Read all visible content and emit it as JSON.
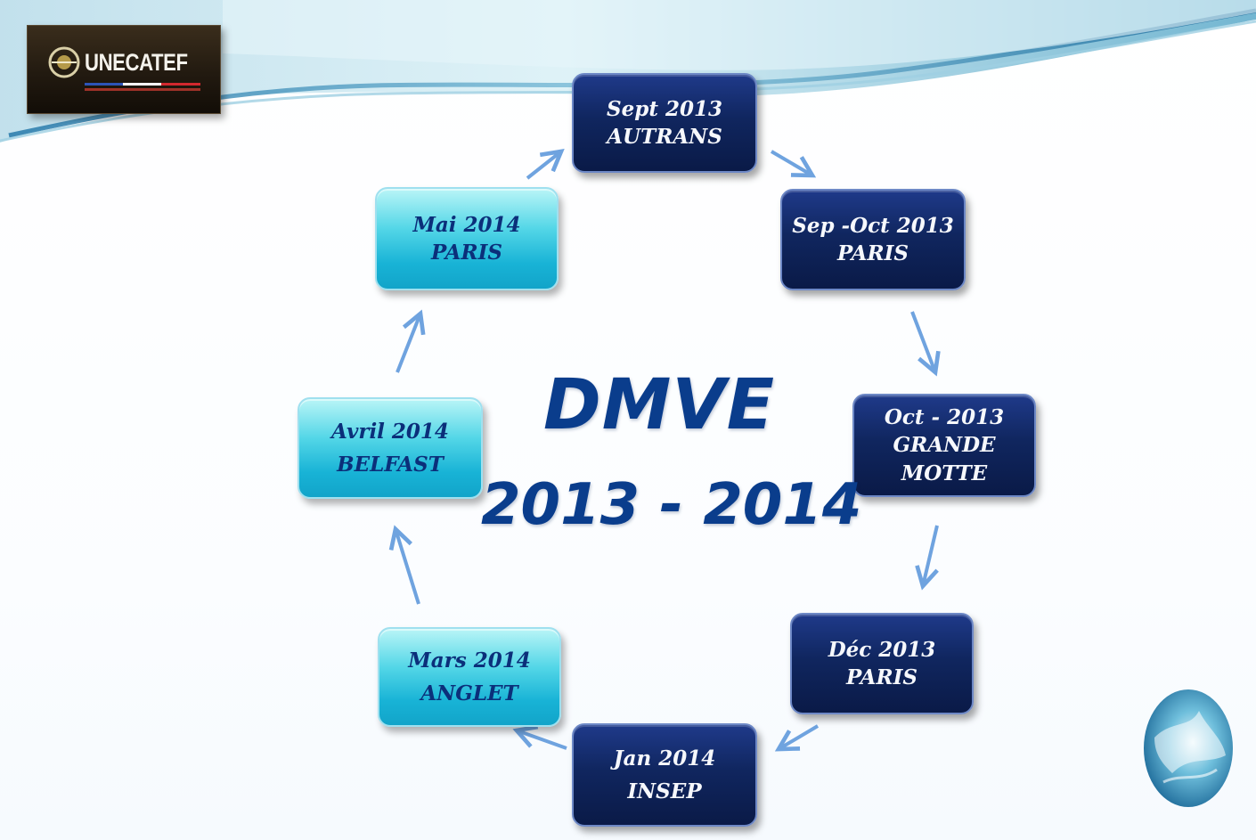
{
  "logo": {
    "name": "UNECATEF"
  },
  "title": {
    "main": "DMVE",
    "years": "2013 - 2014"
  },
  "steps": [
    {
      "line1": "Sept 2013",
      "line2": "AUTRANS",
      "line3": "",
      "style": "dark"
    },
    {
      "line1": "Sep -Oct 2013",
      "line2": "PARIS",
      "line3": "",
      "style": "dark"
    },
    {
      "line1": "Oct - 2013",
      "line2": "GRANDE",
      "line3": "MOTTE",
      "style": "dark"
    },
    {
      "line1": "Déc 2013",
      "line2": "PARIS",
      "line3": "",
      "style": "dark"
    },
    {
      "line1": "Jan 2014",
      "line2": "INSEP",
      "line3": "",
      "style": "dark"
    },
    {
      "line1": "Mars 2014",
      "line2": "ANGLET",
      "line3": "",
      "style": "light"
    },
    {
      "line1": "Avril 2014",
      "line2": "BELFAST",
      "line3": "",
      "style": "light"
    },
    {
      "line1": "Mai 2014",
      "line2": "PARIS",
      "line3": "",
      "style": "light"
    }
  ],
  "colors": {
    "dark_box": "#10265f",
    "light_box": "#18b3d6",
    "title_text": "#0a3d8c",
    "arrow": "#6fa3df"
  }
}
